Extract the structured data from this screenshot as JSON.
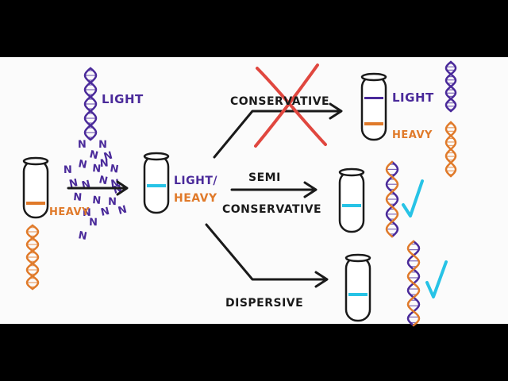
{
  "colors": {
    "background": "#fbfbfb",
    "letterbox": "#000000",
    "light_dna": "#4a2a9a",
    "heavy_dna": "#e07a2a",
    "hybrid_band": "#27c3e6",
    "ink": "#1a1a1a",
    "reject_x": "#e0473f",
    "check": "#27c3e6"
  },
  "labels": {
    "light_top": "LIGHT",
    "heavy_start": "HEAVY",
    "nitrogen_symbol": "N",
    "light_slash": "LIGHT/",
    "heavy_mid": "HEAVY",
    "conservative": "CONSERVATIVE",
    "light_result": "LIGHT",
    "heavy_result": "HEAVY",
    "semi": "SEMI",
    "semi_conservative": "CONSERVATIVE",
    "dispersive": "DISPERSIVE"
  },
  "icons": {
    "reject": "x-mark-icon",
    "accept": "check-mark-icon",
    "dna": "dna-helix-icon",
    "tube": "test-tube-icon",
    "arrow": "arrow-icon"
  }
}
